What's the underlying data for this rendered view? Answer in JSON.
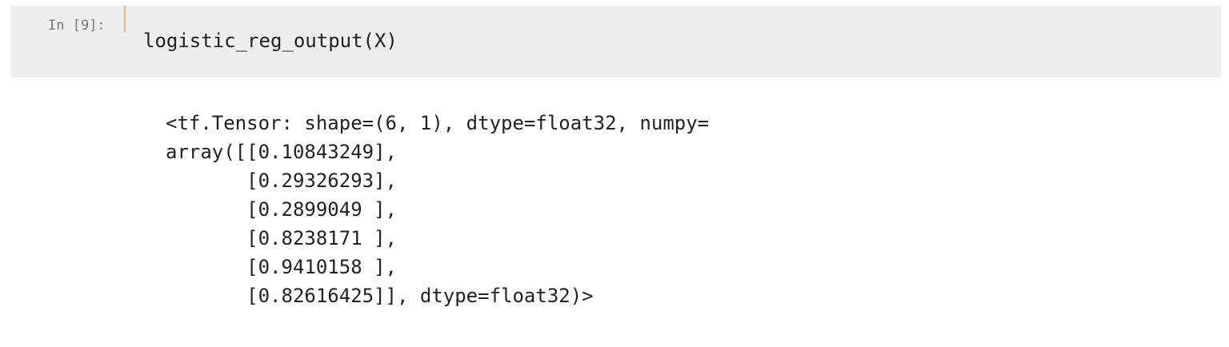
{
  "cell": {
    "prompt": "In [9]:",
    "code": "logistic_reg_output(X)"
  },
  "output": {
    "lines": [
      "<tf.Tensor: shape=(6, 1), dtype=float32, numpy=",
      "array([[0.10843249],",
      "       [0.29326293],",
      "       [0.2899049 ],",
      "       [0.8238171 ],",
      "       [0.9410158 ],",
      "       [0.82616425]], dtype=float32)>"
    ]
  },
  "colors": {
    "cell_background": "#eeeeee",
    "focus_bar": "#f0b27a"
  }
}
